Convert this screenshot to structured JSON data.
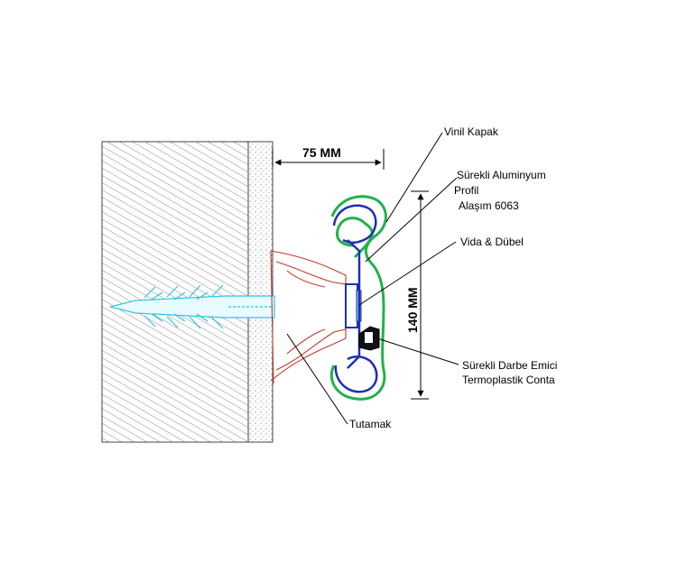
{
  "dimensions": {
    "width_label": "75 MM",
    "height_label": "140 MM"
  },
  "labels": {
    "vinyl_cover": "Vinil Kapak",
    "aluminum_profile_line1": "Sürekli Aluminyum",
    "aluminum_profile_line2": "Profil",
    "aluminum_profile_line3": "Alaşım 6063",
    "screw_dowel": "Vida & Dübel",
    "gasket_line1": "Sürekli Darbe Emici",
    "gasket_line2": "Termoplastik Conta",
    "handle": "Tutamak"
  },
  "colors": {
    "wall_hatch": "#555555",
    "plaster_dots": "#666666",
    "vinyl_cover": "#22b14c",
    "aluminum_profile": "#1e2fb4",
    "dowel": "#33c4e0",
    "handle": "#c0392b",
    "gasket": "#000000",
    "leader": "#000000"
  }
}
